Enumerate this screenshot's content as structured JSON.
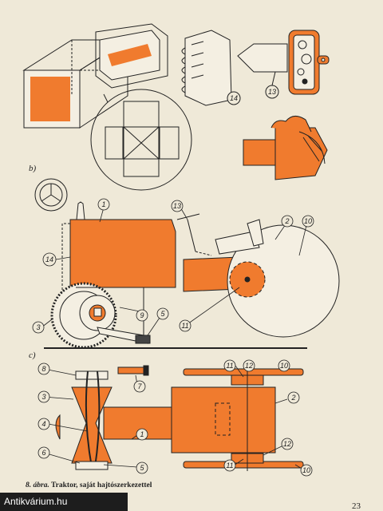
{
  "section_labels": {
    "b": "b)",
    "c": "c)"
  },
  "callouts": {
    "top_14": "14",
    "top_13": "13",
    "b_1": "1",
    "b_13": "13",
    "b_2": "2",
    "b_10": "10",
    "b_14": "14",
    "b_3": "3",
    "b_9": "9",
    "b_5": "5",
    "b_11": "11",
    "c_8": "8",
    "c_7": "7",
    "c_3": "3",
    "c_4": "4",
    "c_1": "1",
    "c_6": "6",
    "c_5": "5",
    "c_11a": "11",
    "c_12a": "12",
    "c_10a": "10",
    "c_2": "2",
    "c_12b": "12",
    "c_11b": "11",
    "c_10b": "10"
  },
  "caption": {
    "figure": "8. ábra.",
    "text": "Traktor, saját hajtószerkezettel"
  },
  "page_number": "23",
  "watermark": "Antikvárium.hu",
  "colors": {
    "paper": "#efe9d8",
    "orange": "#f07b2e",
    "ink": "#222222"
  }
}
